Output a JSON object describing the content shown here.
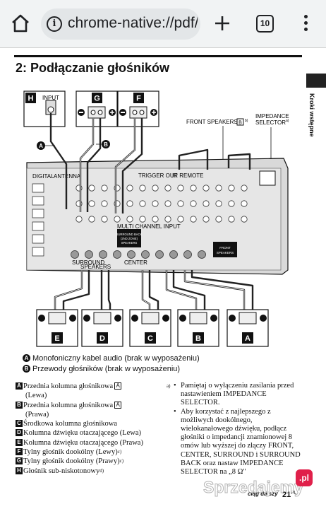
{
  "browser": {
    "url": "chrome-native://pdf/",
    "tab_count": "10"
  },
  "page": {
    "title": "2: Podłączanie głośników",
    "side_tab": "Kroki wstępne",
    "page_number": "21",
    "page_suffix": "PL",
    "footer_fragment": "ciąg dalszy"
  },
  "diagram": {
    "labels": {
      "front_speakers": "FRONT SPEAKERS",
      "front_speakers_mark": "B",
      "front_speakers_note": "b)",
      "impedance_selector": "IMPEDANCE",
      "impedance_selector_2": "SELECTOR",
      "impedance_note": "a)",
      "surround_back": "SURROUND BACK",
      "surround_back_2": "(2ND ZONE)",
      "surround_back_3": "SPEAKERS",
      "front_speakers_panel": "FRONT",
      "front_speakers_panel_2": "SPEAKERS",
      "antenna": "ANTENNA",
      "digital": "DIGITAL",
      "input": "INPUT",
      "trigger_out": "TRIGGER OUT",
      "ir_remote": "IR REMOTE",
      "multi_channel_input": "MULTI CHANNEL INPUT",
      "surround": "SURROUND",
      "center": "CENTER",
      "speakers": "SPEAKERS"
    },
    "top_boxes": [
      "H",
      "G",
      "F"
    ],
    "bottom_boxes": [
      "E",
      "D",
      "C",
      "B",
      "A"
    ],
    "cable_markers": [
      "A",
      "B"
    ]
  },
  "legend": [
    {
      "mark": "A",
      "text": "Monofoniczny kabel audio (brak w wyposażeniu)"
    },
    {
      "mark": "B",
      "text": "Przewody głośników (brak w wyposażeniu)"
    }
  ],
  "list": [
    {
      "mark": "A",
      "text": "Przednia kolumna głośnikowa",
      "box": "A",
      "line2": "(Lewa)"
    },
    {
      "mark": "B",
      "text": "Przednia kolumna głośnikowa",
      "box": "A",
      "line2": "(Prawa)"
    },
    {
      "mark": "C",
      "text": "Środkowa kolumna głośnikowa"
    },
    {
      "mark": "D",
      "text": "Kolumna dźwięku otaczającego (Lewa)"
    },
    {
      "mark": "E",
      "text": "Kolumna dźwięku otaczającego (Prawa)"
    },
    {
      "mark": "F",
      "text": "Tylny głośnik dookólny (Lewy)",
      "sup": "c)"
    },
    {
      "mark": "G",
      "text": "Tylny głośnik dookólny (Prawy)",
      "sup": "c)"
    },
    {
      "mark": "H",
      "text": "Głośnik sub-niskotonowy",
      "sup": "d)"
    }
  ],
  "note": {
    "marker": "a)",
    "bullet1": "Pamiętaj o wyłączeniu zasilania przed nastawieniem IMPEDANCE SELECTOR.",
    "bullet2": "Aby korzystać z najlepszego z możliwych dookólnego, wielokanałowego dźwięku, podłącz głośniki o impedancji znamionowej 8 omów lub wyższej do złączy FRONT, CENTER, SURROUND i SURROUND BACK oraz nastaw IMPEDANCE SELECTOR na „8 Ω\""
  },
  "watermark": {
    "text": "Sprzedajemy",
    "badge": ".pl"
  }
}
